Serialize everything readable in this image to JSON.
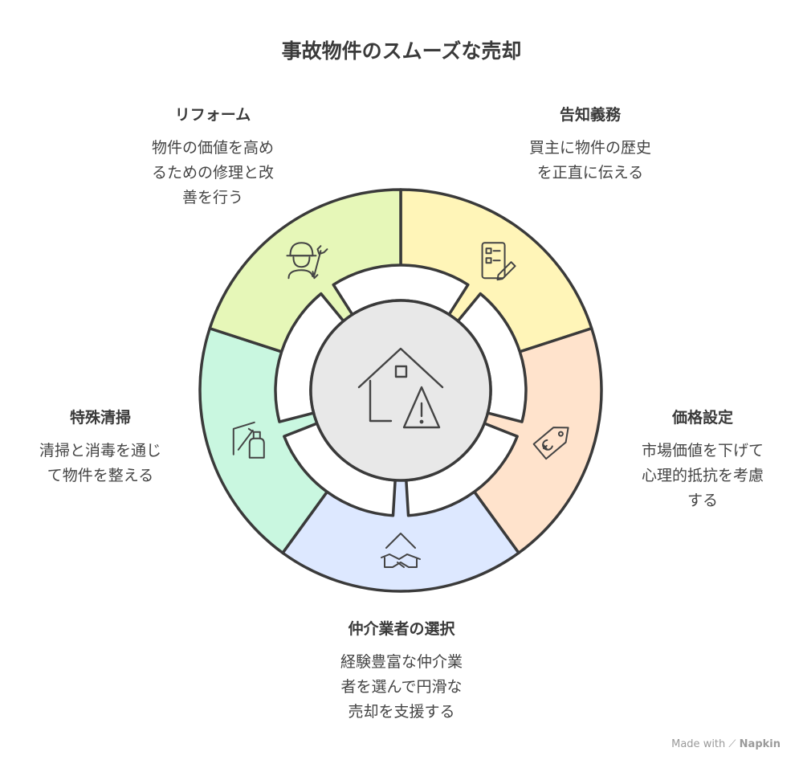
{
  "title": "事故物件のスムーズな売却",
  "segments": [
    {
      "id": "notice",
      "heading": "告知義務",
      "description_lines": [
        "買主に物件の歴史",
        "を正直に伝える"
      ],
      "icon": "checklist-pencil-icon",
      "color": "#fff5b8"
    },
    {
      "id": "pricing",
      "heading": "価格設定",
      "description_lines": [
        "市場価値を下げて",
        "心理的抵抗を考慮",
        "する"
      ],
      "icon": "price-tag-icon",
      "color": "#ffe3cc"
    },
    {
      "id": "agent",
      "heading": "仲介業者の選択",
      "description_lines": [
        "経験豊富な仲介業",
        "者を選んで円滑な",
        "売却を支援する"
      ],
      "icon": "house-handshake-icon",
      "color": "#dde8ff"
    },
    {
      "id": "cleaning",
      "heading": "特殊清掃",
      "description_lines": [
        "清掃と消毒を通じ",
        "て物件を整える"
      ],
      "icon": "spray-bottle-icon",
      "color": "#c9f7e0"
    },
    {
      "id": "reform",
      "heading": "リフォーム",
      "description_lines": [
        "物件の価値を高め",
        "るための修理と改",
        "善を行う"
      ],
      "icon": "worker-wrench-icon",
      "color": "#e6f7b8"
    }
  ],
  "center_icon": "house-warning-icon",
  "colors": {
    "outline": "#3a3a3a",
    "center_fill": "#e8e8e8"
  },
  "footer": {
    "prefix": "Made with",
    "brand": "Napkin"
  }
}
